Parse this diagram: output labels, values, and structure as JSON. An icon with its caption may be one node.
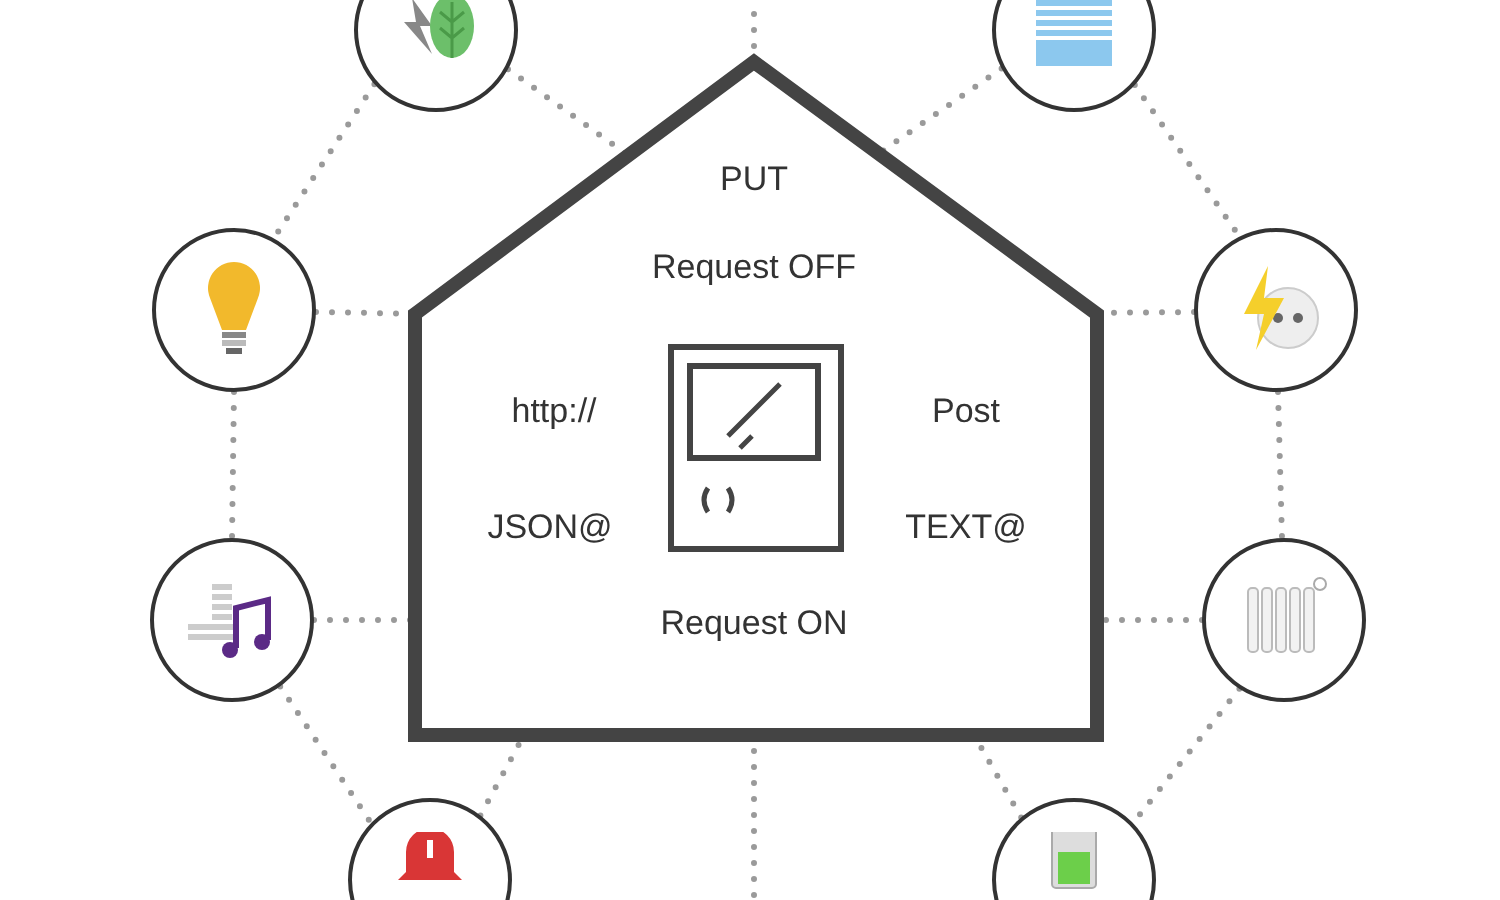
{
  "diagram": {
    "nodes": [
      {
        "text": [
          "PUT",
          "Request OFF",
          "http://",
          "Post",
          "JSON@",
          "TEXT@",
          "Request ON"
        ]
      },
      {
        "text": [],
        "shape": "picture",
        "in": 0
      },
      {
        "text": [],
        "shape": "circle"
      },
      {
        "text": [],
        "shape": "circle"
      },
      {
        "text": [],
        "shape": "circle"
      },
      {
        "text": [],
        "shape": "circle"
      },
      {
        "text": [],
        "shape": "circle"
      },
      {
        "text": [],
        "shape": "circle"
      },
      {
        "text": [],
        "shape": "circle"
      },
      {
        "text": [],
        "shape": "circle"
      }
    ],
    "edges": [
      {
        "from": 2,
        "to": 0,
        "arrow": "none"
      },
      {
        "from": 3,
        "to": 0,
        "arrow": "none"
      },
      {
        "from": 4,
        "to": 0,
        "arrow": "none"
      },
      {
        "from": 5,
        "to": 0,
        "arrow": "none"
      },
      {
        "from": 6,
        "to": 0,
        "arrow": "none"
      },
      {
        "from": 7,
        "to": 0,
        "arrow": "none"
      },
      {
        "from": 8,
        "to": 0,
        "arrow": "none"
      },
      {
        "from": 9,
        "to": 0,
        "arrow": "none"
      },
      {
        "from": 2,
        "to": 4,
        "arrow": "none"
      },
      {
        "from": 4,
        "to": 6,
        "arrow": "none"
      },
      {
        "from": 6,
        "to": 8,
        "arrow": "none"
      },
      {
        "from": 3,
        "to": 5,
        "arrow": "none"
      },
      {
        "from": 5,
        "to": 7,
        "arrow": "none"
      },
      {
        "from": 7,
        "to": 9,
        "arrow": "none"
      },
      {
        "from": 0,
        "to": null,
        "arrow": "none"
      },
      {
        "from": 0,
        "to": null,
        "arrow": "none"
      }
    ]
  }
}
